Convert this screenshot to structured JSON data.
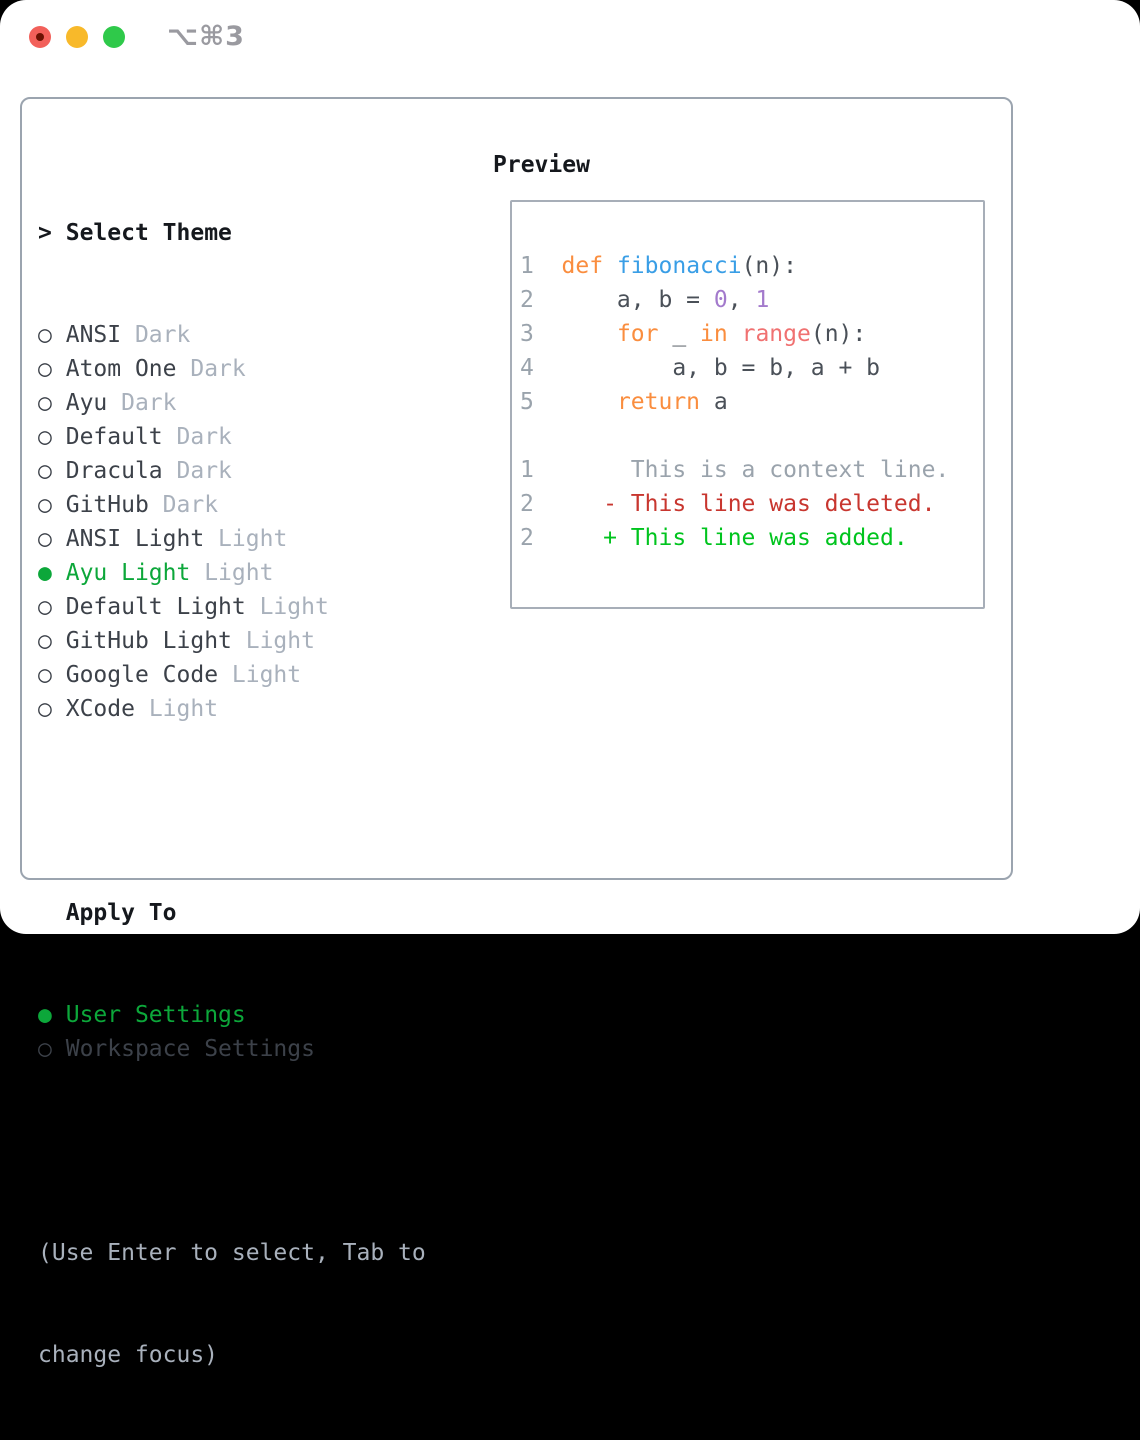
{
  "window": {
    "title": "⌥⌘3",
    "traffic_lights": [
      "close",
      "minimize",
      "zoom"
    ]
  },
  "palette": {
    "ui_green": "#0ca73a",
    "text_dark": "#3c4149",
    "tag_gray": "#a9b1bc",
    "heading_black": "#15181d",
    "help_gray": "#a9b1bc",
    "lnum": "#9aa3ac",
    "def": "#4a5058",
    "kw": "#fa8d3e",
    "fn": "#399ee6",
    "num": "#a37acc",
    "call": "#f07171",
    "ctx": "#9aa3ac",
    "del": "#c8362f",
    "add": "#00c41e",
    "panel_border": "#9ba4af",
    "preview_border": "#a7aeb8",
    "traffic_red": "#f2605a",
    "traffic_yellow": "#f8b92a",
    "traffic_green": "#2fc94a"
  },
  "glyphs": {
    "prompt": ">",
    "selected_bullet": "●",
    "unselected_bullet": "○"
  },
  "theme_panel": {
    "header": "Select Theme",
    "themes": [
      {
        "name": "ANSI",
        "tag": "Dark",
        "selected": false
      },
      {
        "name": "Atom One",
        "tag": "Dark",
        "selected": false
      },
      {
        "name": "Ayu",
        "tag": "Dark",
        "selected": false
      },
      {
        "name": "Default",
        "tag": "Dark",
        "selected": false
      },
      {
        "name": "Dracula",
        "tag": "Dark",
        "selected": false
      },
      {
        "name": "GitHub",
        "tag": "Dark",
        "selected": false
      },
      {
        "name": "ANSI Light",
        "tag": "Light",
        "selected": false
      },
      {
        "name": "Ayu Light",
        "tag": "Light",
        "selected": true
      },
      {
        "name": "Default Light",
        "tag": "Light",
        "selected": false
      },
      {
        "name": "GitHub Light",
        "tag": "Light",
        "selected": false
      },
      {
        "name": "Google Code",
        "tag": "Light",
        "selected": false
      },
      {
        "name": "XCode",
        "tag": "Light",
        "selected": false
      }
    ],
    "apply_to": {
      "header": "Apply To",
      "options": [
        {
          "name": "User Settings",
          "selected": true
        },
        {
          "name": "Workspace Settings",
          "selected": false
        }
      ]
    },
    "help_lines": [
      "(Use Enter to select, Tab to",
      "change focus)"
    ]
  },
  "preview": {
    "header": "Preview",
    "lines": [
      {
        "num": "1",
        "tokens": [
          {
            "c": "kw",
            "t": "def"
          },
          {
            "c": "def",
            "t": " "
          },
          {
            "c": "fn",
            "t": "fibonacci"
          },
          {
            "c": "def",
            "t": "(n):"
          }
        ]
      },
      {
        "num": "2",
        "tokens": [
          {
            "c": "def",
            "t": "    a, b = "
          },
          {
            "c": "num",
            "t": "0"
          },
          {
            "c": "def",
            "t": ", "
          },
          {
            "c": "num",
            "t": "1"
          }
        ]
      },
      {
        "num": "3",
        "tokens": [
          {
            "c": "def",
            "t": "    "
          },
          {
            "c": "kw",
            "t": "for"
          },
          {
            "c": "def",
            "t": " _ "
          },
          {
            "c": "kw",
            "t": "in"
          },
          {
            "c": "def",
            "t": " "
          },
          {
            "c": "call",
            "t": "range"
          },
          {
            "c": "def",
            "t": "(n):"
          }
        ]
      },
      {
        "num": "4",
        "tokens": [
          {
            "c": "def",
            "t": "        a, b = b, a + b"
          }
        ]
      },
      {
        "num": "5",
        "tokens": [
          {
            "c": "def",
            "t": "    "
          },
          {
            "c": "kw",
            "t": "return"
          },
          {
            "c": "def",
            "t": " a"
          }
        ]
      },
      {
        "num": "",
        "tokens": []
      },
      {
        "num": "1",
        "tokens": [
          {
            "c": "ctx",
            "t": "     This is a context line."
          }
        ]
      },
      {
        "num": "2",
        "tokens": [
          {
            "c": "del",
            "t": "   - This line was deleted."
          }
        ]
      },
      {
        "num": "2",
        "tokens": [
          {
            "c": "add",
            "t": "   + This line was added."
          }
        ]
      }
    ]
  }
}
